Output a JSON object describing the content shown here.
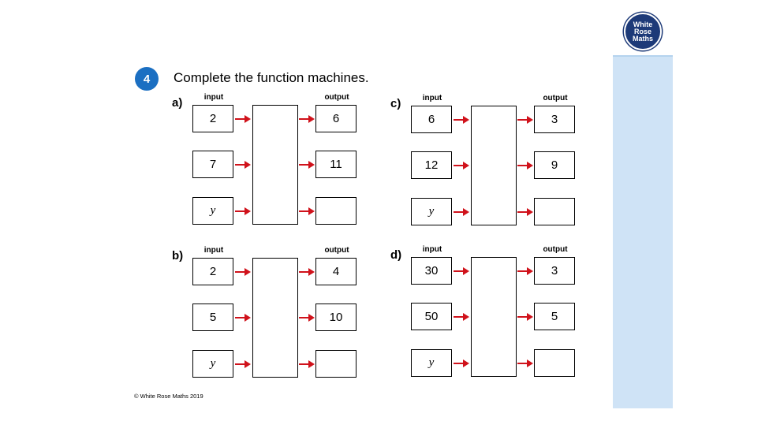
{
  "logo": {
    "line1": "White",
    "line2": "Rose",
    "line3": "Maths"
  },
  "question": {
    "number": "4",
    "instruction": "Complete the function machines."
  },
  "headers": {
    "input": "input",
    "output": "output"
  },
  "machines": [
    {
      "label": "a)",
      "inputs": [
        "2",
        "7",
        "y"
      ],
      "outputs": [
        "6",
        "11",
        ""
      ]
    },
    {
      "label": "b)",
      "inputs": [
        "2",
        "5",
        "y"
      ],
      "outputs": [
        "4",
        "10",
        ""
      ]
    },
    {
      "label": "c)",
      "inputs": [
        "6",
        "12",
        "y"
      ],
      "outputs": [
        "3",
        "9",
        ""
      ]
    },
    {
      "label": "d)",
      "inputs": [
        "30",
        "50",
        "y"
      ],
      "outputs": [
        "3",
        "5",
        ""
      ]
    }
  ],
  "colors": {
    "arrow": "#d0121b",
    "badge": "#1b6fc2",
    "panel": "#cfe3f6",
    "logo": "#1d3a78"
  },
  "footer": {
    "copyright": "© White Rose Maths 2019"
  }
}
